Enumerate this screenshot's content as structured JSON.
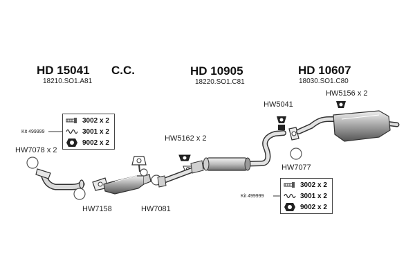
{
  "sections": [
    {
      "part_number": "HD 15041",
      "oem_ref": "18210.SO1.A81",
      "note": "C.C."
    },
    {
      "part_number": "HD 10905",
      "oem_ref": "18220.SO1.C81"
    },
    {
      "part_number": "HD 10607",
      "oem_ref": "18030.SO1.C80"
    }
  ],
  "fittings": {
    "hw7078": "HW7078 x 2",
    "hw7158": "HW7158",
    "hw7081": "HW7081",
    "hw5162": "HW5162 x 2",
    "hw5041": "HW5041",
    "hw5156": "HW5156 x 2",
    "hw7077": "HW7077"
  },
  "kits": [
    {
      "label": "Kit 499999",
      "items": [
        {
          "icon": "bolt-icon",
          "text": "3002 x 2"
        },
        {
          "icon": "spring-icon",
          "text": "3001 x 2"
        },
        {
          "icon": "nut-icon",
          "text": "9002 x 2"
        }
      ]
    },
    {
      "label": "Kit 499999",
      "items": [
        {
          "icon": "bolt-icon",
          "text": "3002 x 2"
        },
        {
          "icon": "spring-icon",
          "text": "3001 x 2"
        },
        {
          "icon": "nut-icon",
          "text": "9002 x 2"
        }
      ]
    }
  ]
}
